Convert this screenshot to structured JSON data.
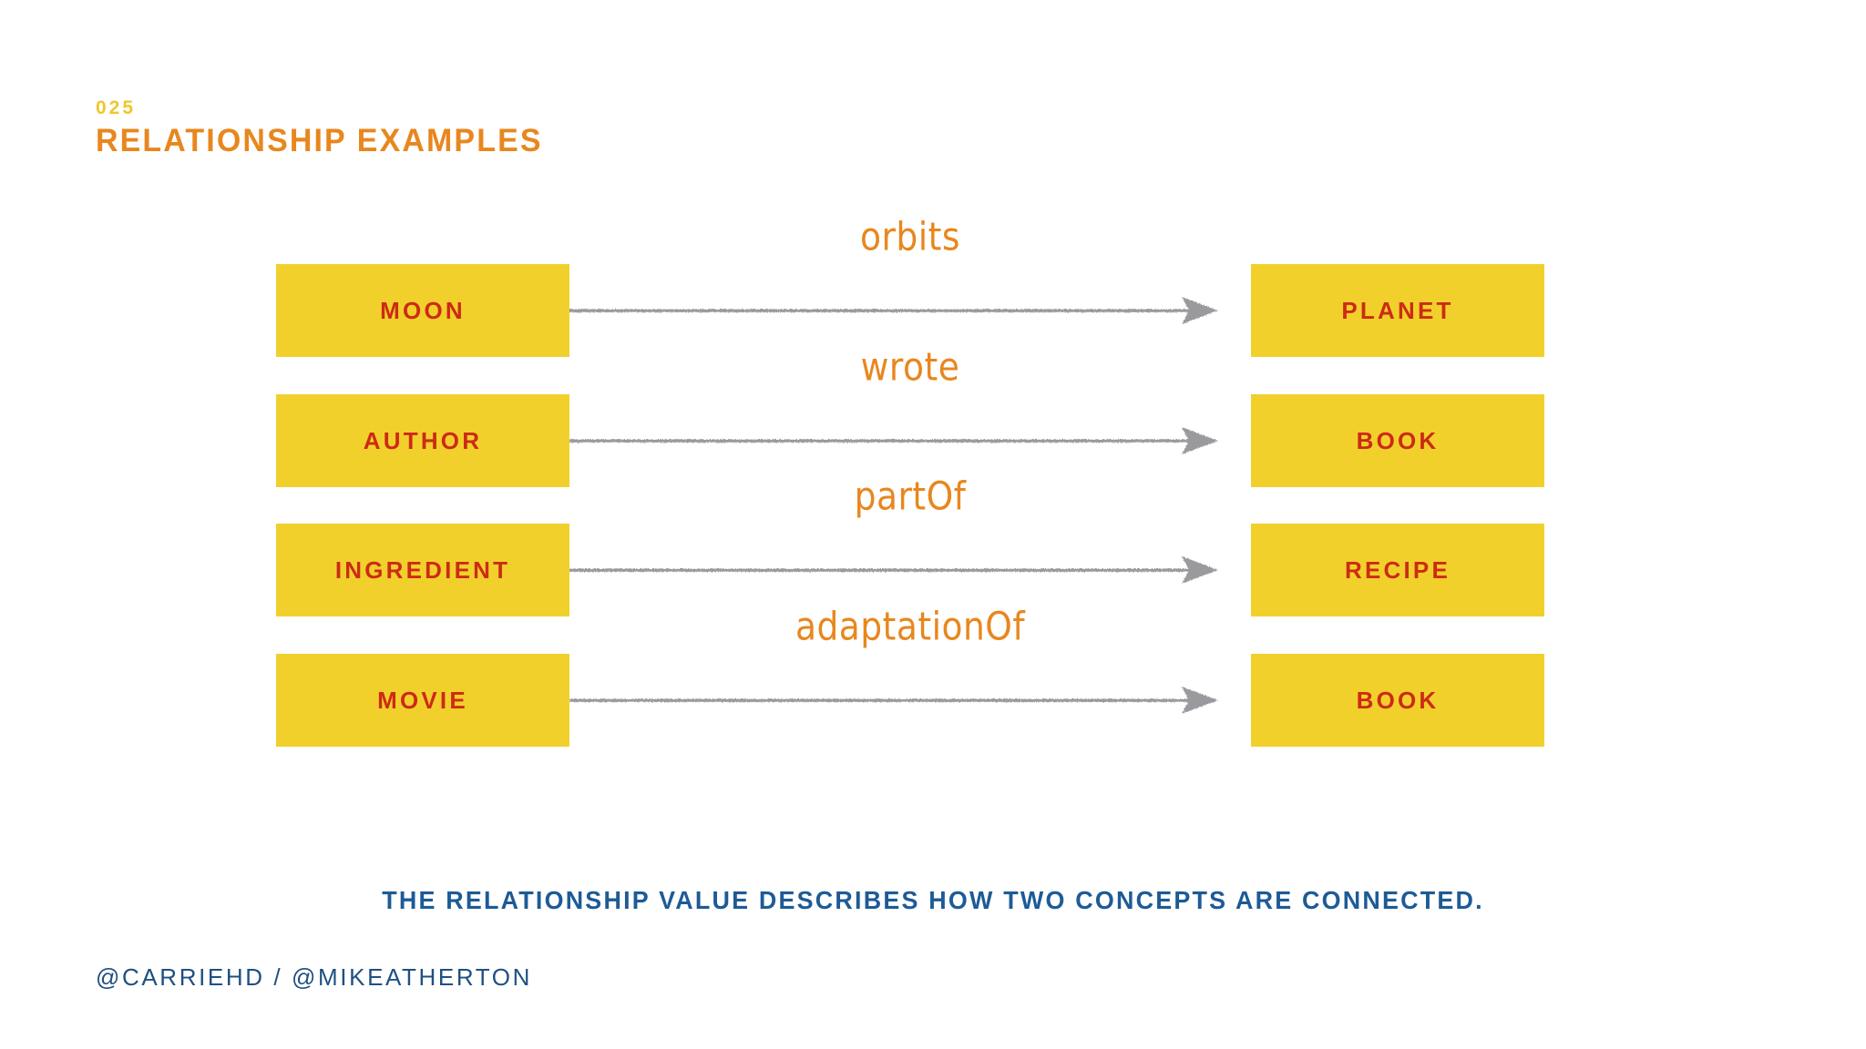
{
  "slide": {
    "number": "025",
    "title": "RELATIONSHIP EXAMPLES",
    "background_color": "#FFFFFF"
  },
  "colors": {
    "slide_number": "#EFC729",
    "title_orange": "#E8871E",
    "box_yellow": "#F2D02C",
    "box_label_red": "#CC2B14",
    "relationship_label_orange": "#E8871E",
    "connector_gray": "#9A9A9E",
    "caption_blue": "#1D5B96",
    "footer_blue": "#1F5081"
  },
  "diagram": {
    "type": "relationship-diagram",
    "rows": [
      {
        "subject": "MOON",
        "predicate": "orbits",
        "object": "PLANET",
        "arrow": "arrow-right-icon"
      },
      {
        "subject": "AUTHOR",
        "predicate": "wrote",
        "object": "BOOK",
        "arrow": "arrow-right-icon"
      },
      {
        "subject": "INGREDIENT",
        "predicate": "partOf",
        "object": "RECIPE",
        "arrow": "arrow-right-icon"
      },
      {
        "subject": "MOVIE",
        "predicate": "adaptationOf",
        "object": "BOOK",
        "arrow": "arrow-right-icon"
      }
    ]
  },
  "caption": "THE RELATIONSHIP VALUE DESCRIBES HOW TWO CONCEPTS ARE CONNECTED.",
  "footer": "@CARRIEHD / @MIKEATHERTON"
}
